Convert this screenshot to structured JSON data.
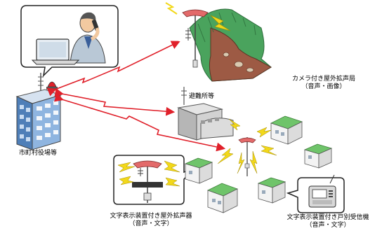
{
  "labels": {
    "city_hall": "市町村役場等",
    "shelter": "避難所等",
    "camera_station_title": "カメラ付き屋外拡声局",
    "camera_station_sub": "（音声・画像）",
    "outdoor_speaker_title": "文字表示装置付き屋外拡声器",
    "outdoor_speaker_sub": "（音声・文字）",
    "home_receiver_title": "文字表示装置付き戸別受信機",
    "home_receiver_sub": "（音声・文字）"
  },
  "colors": {
    "link": "#e0202a",
    "lightning": "#f2d81a",
    "building_blue": "#6f9ed6",
    "house_roof": "#6fc46a",
    "hill_green": "#3f9a55",
    "hill_brown": "#8a4a3a"
  },
  "icons": [
    "operator-icon",
    "laptop-icon",
    "antenna-icon",
    "siren-icon",
    "speaker-icon",
    "lightning-icon",
    "house-icon",
    "radio-receiver-icon"
  ]
}
